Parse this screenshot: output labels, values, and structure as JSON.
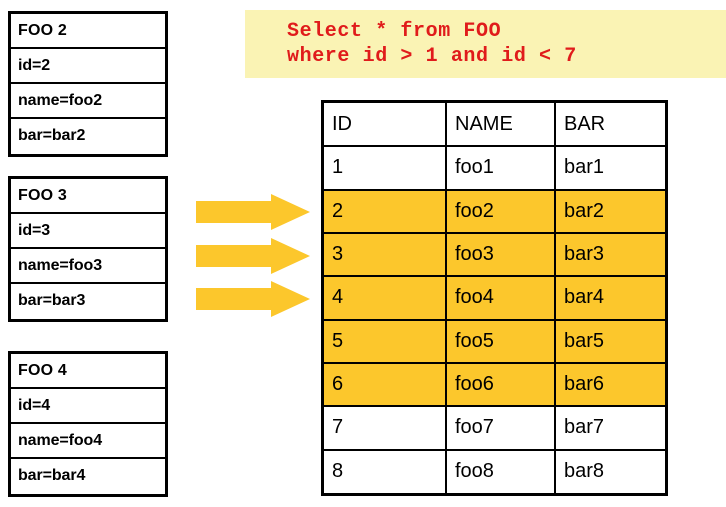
{
  "diagram": {
    "title": "SQL select result set diagram",
    "colors": {
      "highlight": "#fcc72c",
      "arrow": "#fcc72c",
      "sql_panel_background": "#faf3b4",
      "sql_text": "#e01b1b",
      "border": "#000000",
      "page_background": "#ffffff"
    }
  },
  "entities": [
    {
      "name": "entity-foo2",
      "title": "FOO 2",
      "attributes": [
        "id=2",
        "name=foo2",
        "bar=bar2"
      ]
    },
    {
      "name": "entity-foo3",
      "title": "FOO 3",
      "attributes": [
        "id=3",
        "name=foo3",
        "bar=bar3"
      ]
    },
    {
      "name": "entity-foo4",
      "title": "FOO 4",
      "attributes": [
        "id=4",
        "name=foo4",
        "bar=bar4"
      ]
    }
  ],
  "arrows": [
    {
      "name": "arrow-1",
      "icon": "right-arrow-icon"
    },
    {
      "name": "arrow-2",
      "icon": "right-arrow-icon"
    },
    {
      "name": "arrow-3",
      "icon": "right-arrow-icon"
    }
  ],
  "sql": {
    "line1": "Select * from FOO",
    "line2": "where id > 1 and id < 7"
  },
  "result_table": {
    "columns": [
      "ID",
      "NAME",
      "BAR"
    ],
    "rows": [
      {
        "id": "1",
        "name": "foo1",
        "bar": "bar1",
        "highlighted": false
      },
      {
        "id": "2",
        "name": "foo2",
        "bar": "bar2",
        "highlighted": true
      },
      {
        "id": "3",
        "name": "foo3",
        "bar": "bar3",
        "highlighted": true
      },
      {
        "id": "4",
        "name": "foo4",
        "bar": "bar4",
        "highlighted": true
      },
      {
        "id": "5",
        "name": "foo5",
        "bar": "bar5",
        "highlighted": true
      },
      {
        "id": "6",
        "name": "foo6",
        "bar": "bar6",
        "highlighted": true
      },
      {
        "id": "7",
        "name": "foo7",
        "bar": "bar7",
        "highlighted": false
      },
      {
        "id": "8",
        "name": "foo8",
        "bar": "bar8",
        "highlighted": false
      }
    ]
  }
}
